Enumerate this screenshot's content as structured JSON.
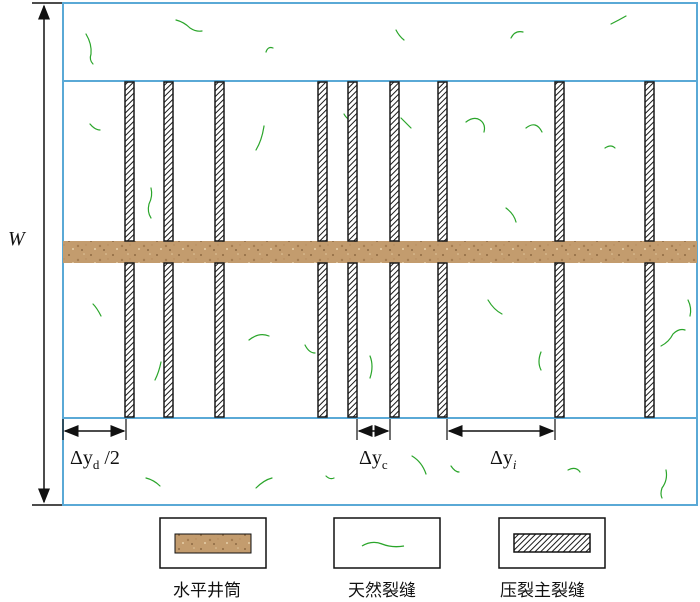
{
  "labels": {
    "width": "W",
    "dy_d_main": "Δy",
    "dy_d_sub": "d",
    "dy_d_tail": " /2",
    "dy_c_main": "Δy",
    "dy_c_sub": "c",
    "dy_i_main": "Δy",
    "dy_i_sub": "i"
  },
  "legend": [
    {
      "label": "水平井筒",
      "icon": "wellbore-swatch"
    },
    {
      "label": "天然裂缝",
      "icon": "natural-fracture-swatch"
    },
    {
      "label": "压裂主裂缝",
      "icon": "hydraulic-fracture-swatch"
    }
  ],
  "colors": {
    "border": "#5aa9d6",
    "wellbore": "#c19a6b",
    "natural_fracture": "#2aa52a",
    "hatch": "#1a1a1a"
  }
}
